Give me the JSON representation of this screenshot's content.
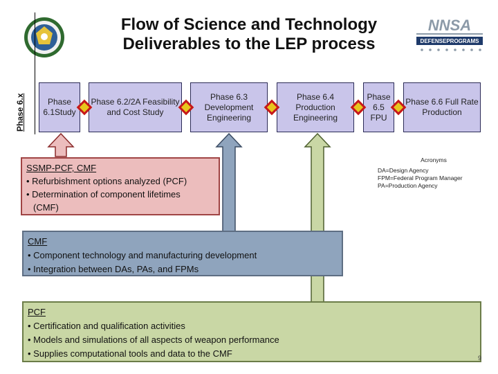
{
  "title_line1": "Flow of Science and Technology",
  "title_line2": "Deliverables to the LEP process",
  "side_label": "Phase 6.x",
  "logos": {
    "seal": "doe-seal",
    "nnsa_text": "NNSA",
    "defense_programs_text": "DEFENSEPROGRAMS"
  },
  "phases": [
    {
      "label": "Phase 6.1Study"
    },
    {
      "label": "Phase 6.2/2A Feasibility and Cost Study"
    },
    {
      "label": "Phase 6.3 Development Engineering"
    },
    {
      "label": "Phase 6.4 Production Engineering"
    },
    {
      "label": "Phase 6.5 FPU"
    },
    {
      "label": "Phase 6.6 Full Rate Production"
    }
  ],
  "acronyms": {
    "heading": "Acronyms",
    "items": [
      "DA=Design Agency",
      "FPM=Federal Program Manager",
      "PA=Production Agency"
    ]
  },
  "ssmp_box": {
    "heading": "SSMP-PCF, CMF",
    "items": [
      "• Refurbishment options analyzed (PCF)",
      "• Determination of component lifetimes",
      "(CMF)"
    ]
  },
  "cmf_box": {
    "heading": "CMF",
    "items": [
      "• Component technology and manufacturing development",
      "• Integration between DAs, PAs, and FPMs"
    ]
  },
  "pcf_box": {
    "heading": "PCF",
    "items": [
      "• Certification and qualification activities",
      "• Models and simulations of all aspects of weapon performance",
      "• Supplies computational tools and data to the CMF"
    ]
  },
  "page_number": "9",
  "colors": {
    "phase_fill": "#c9c5ea",
    "ssmp_fill": "#ecbdbd",
    "cmf_fill": "#8fa4bd",
    "pcf_fill": "#c9d7a5",
    "diamond_fill": "#e8c61c",
    "diamond_border": "#c6161c"
  }
}
